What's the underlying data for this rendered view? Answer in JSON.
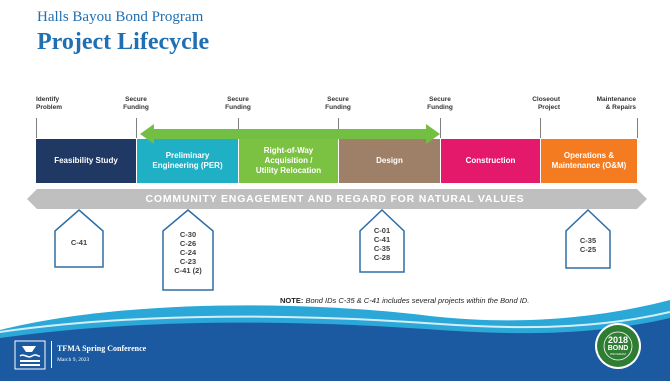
{
  "header": {
    "subtitle": "Halls Bayou Bond Program",
    "title": "Project Lifecycle"
  },
  "timeline_labels": [
    {
      "line1": "Identify",
      "line2": "Problem"
    },
    {
      "line1": "Secure",
      "line2": "Funding"
    },
    {
      "line1": "Secure",
      "line2": "Funding"
    },
    {
      "line1": "Secure",
      "line2": "Funding"
    },
    {
      "line1": "Secure",
      "line2": "Funding"
    },
    {
      "line1": "Closeout",
      "line2": "Project"
    },
    {
      "line1": "Maintenance",
      "line2": "& Repairs"
    }
  ],
  "phases": [
    {
      "line1": "Feasibility Study",
      "line2": "",
      "line3": "",
      "color": "#1f3864"
    },
    {
      "line1": "Preliminary",
      "line2": "Engineering (PER)",
      "line3": "",
      "color": "#1fb0c6"
    },
    {
      "line1": "Right-of-Way",
      "line2": "Acquisition /",
      "line3": "Utility Relocation",
      "color": "#7cc242"
    },
    {
      "line1": "Design",
      "line2": "",
      "line3": "",
      "color": "#9e8069"
    },
    {
      "line1": "Construction",
      "line2": "",
      "line3": "",
      "color": "#e5196c"
    },
    {
      "line1": "Operations &",
      "line2": "Maintenance (O&M)",
      "line3": "",
      "color": "#f47b20"
    }
  ],
  "green_arrow_color": "#72bf44",
  "band_text": "COMMUNITY ENGAGEMENT AND REGARD FOR NATURAL VALUES",
  "band_color": "#bfbfbf",
  "callouts": [
    {
      "ids": [
        "C-41"
      ]
    },
    {
      "ids": [
        "C-30",
        "C-26",
        "C-24",
        "C-23",
        "C-41 (2)"
      ]
    },
    {
      "ids": [
        "C-01",
        "C-41",
        "C-35",
        "C-28"
      ]
    },
    {
      "ids": [
        "C-35",
        "C-25"
      ]
    }
  ],
  "callout_border_color": "#2f6ea6",
  "note": {
    "label": "NOTE:",
    "text": "Bond IDs C-35 & C-41 includes several projects within the Bond ID."
  },
  "footer": {
    "conference": "TFMA Spring Conference",
    "date": "March 9, 2023",
    "seal_year": "2018",
    "seal_word": "BOND",
    "seal_small": "PROGRAM"
  },
  "colors": {
    "title": "#1f6fb2",
    "footer_dark": "#1b5aa0",
    "footer_light": "#2ba8d8",
    "seal_green": "#2e7d32"
  }
}
